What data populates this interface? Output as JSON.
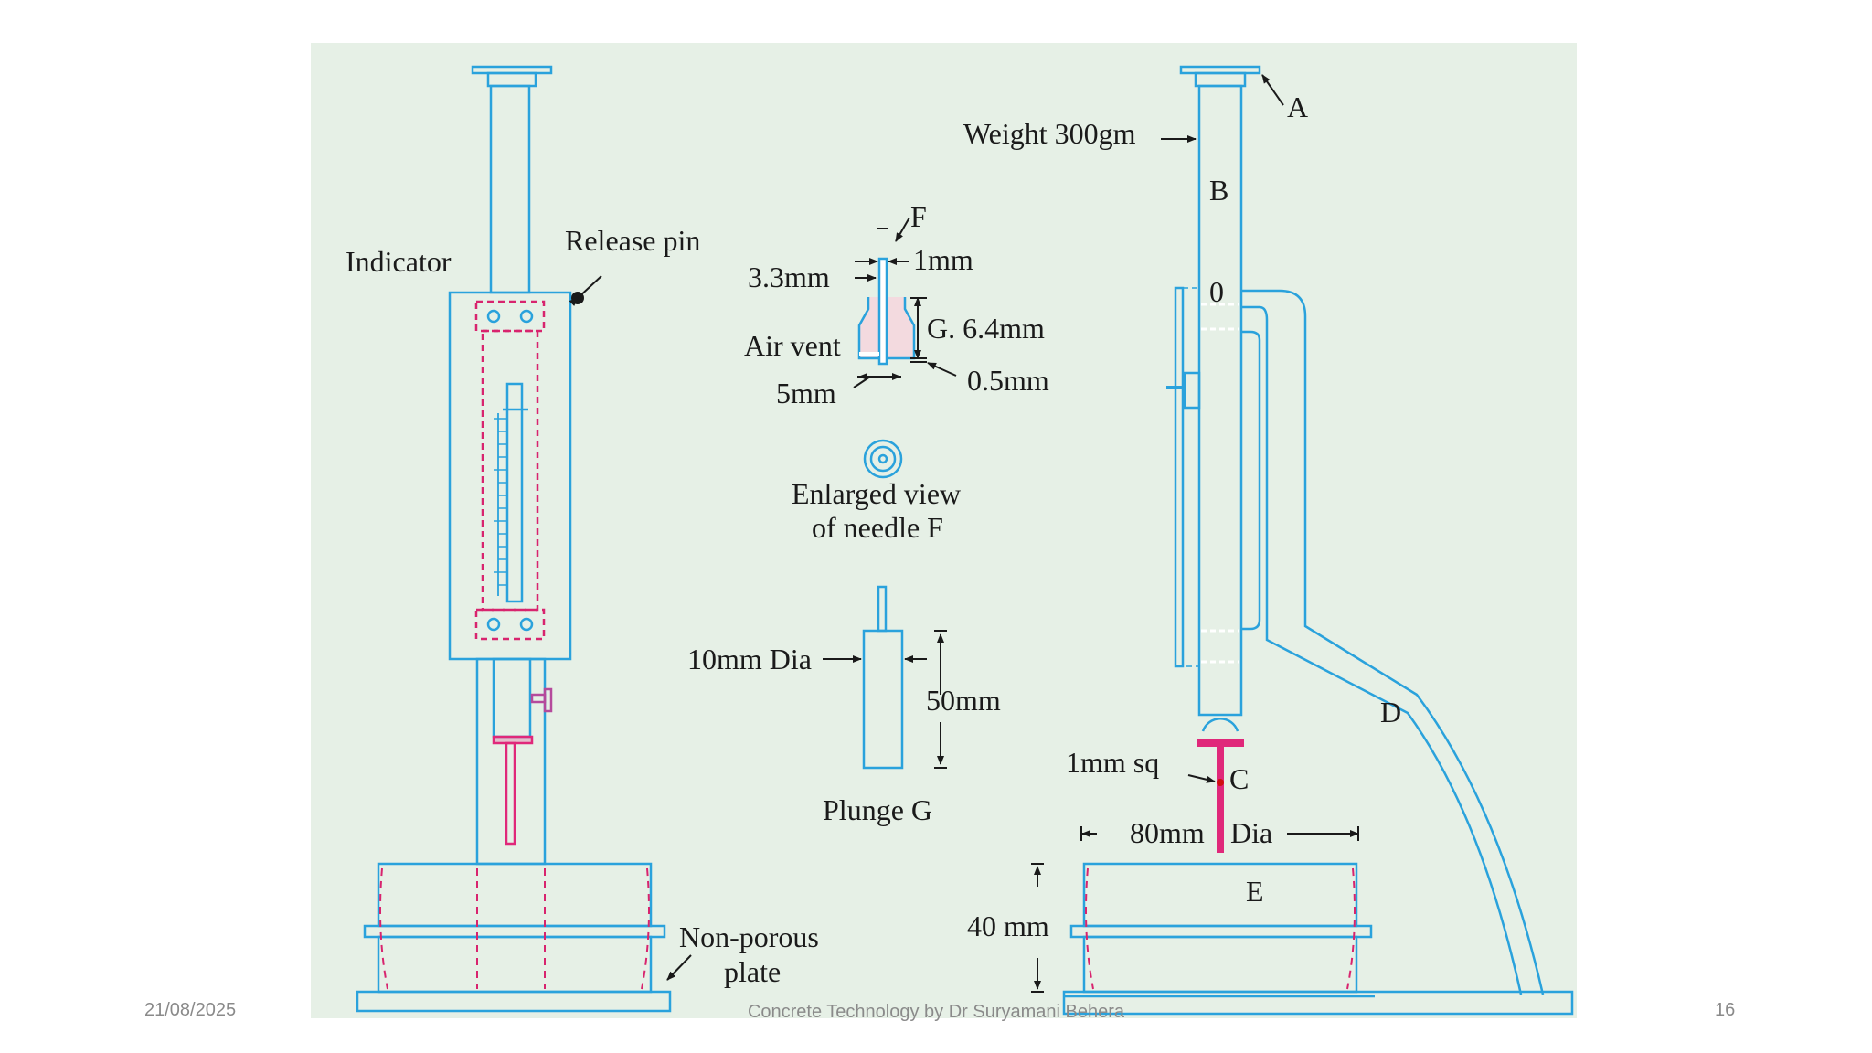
{
  "colors": {
    "panel": "#e6f0e6",
    "line": "#2aa2dc",
    "magenta": "#e0287a",
    "dashed": "#d8246e",
    "text": "#1a1a1a",
    "footer": "#8a8a8a"
  },
  "labels": {
    "indicator": "Indicator",
    "release_pin": "Release pin",
    "non_porous_1": "Non-porous",
    "non_porous_2": "plate",
    "f": "F",
    "d_3_3": "3.3mm",
    "d_1": "1mm",
    "air_vent": "Air vent",
    "g_6_4": "G. 6.4mm",
    "d_5": "5mm",
    "d_0_5": "0.5mm",
    "enlarged_1": "Enlarged view",
    "enlarged_2": "of needle F",
    "dia_10": "10mm Dia",
    "d_50": "50mm",
    "plunge": "Plunge  G",
    "a": "A",
    "weight": "Weight 300gm",
    "b": "B",
    "zero": "0",
    "d": "D",
    "sq_1": "1mm sq",
    "c": "C",
    "dia_80_a": "80mm",
    "dia_80_b": "Dia",
    "d_40": "40 mm",
    "e": "E"
  },
  "footer": {
    "date": "21/08/2025",
    "center": "Concrete Technology by Dr Suryamani Behera",
    "page": "16"
  }
}
